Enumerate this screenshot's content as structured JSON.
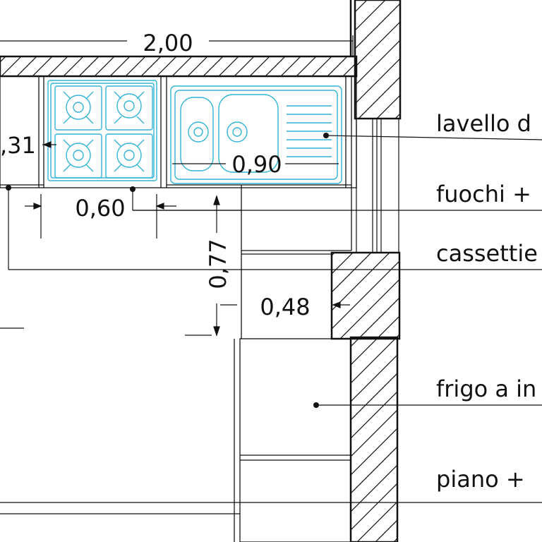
{
  "drawing": {
    "type": "kitchen floor plan (CAD)",
    "colors": {
      "lines": "#111111",
      "appliances": "#33b4d6",
      "background": "#ffffff"
    }
  },
  "dimensions": {
    "total_width": "2,00",
    "left_partial": ",31",
    "hob_width": "0,60",
    "sink_width": "0,90",
    "height": "0,77",
    "fridge_depth": "0,48"
  },
  "labels": [
    "lavello d",
    "fuochi +",
    "cassettie",
    "frigo a in",
    "piano +"
  ],
  "icons": [
    "gas-burner-icon",
    "sink-bowl-icon",
    "drainboard-icon"
  ]
}
